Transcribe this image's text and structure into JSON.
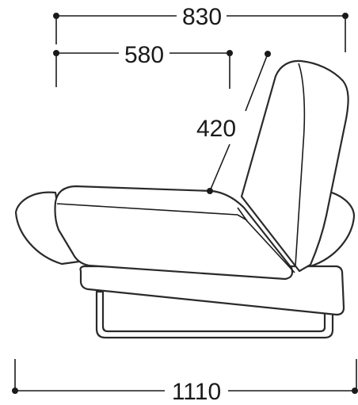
{
  "dimensions": {
    "overall_depth": "830",
    "seat_depth": "580",
    "seat_height": "420",
    "overall_width": "1110"
  },
  "colors": {
    "ink": "#1a1a1a",
    "fill": "#ffffff"
  }
}
